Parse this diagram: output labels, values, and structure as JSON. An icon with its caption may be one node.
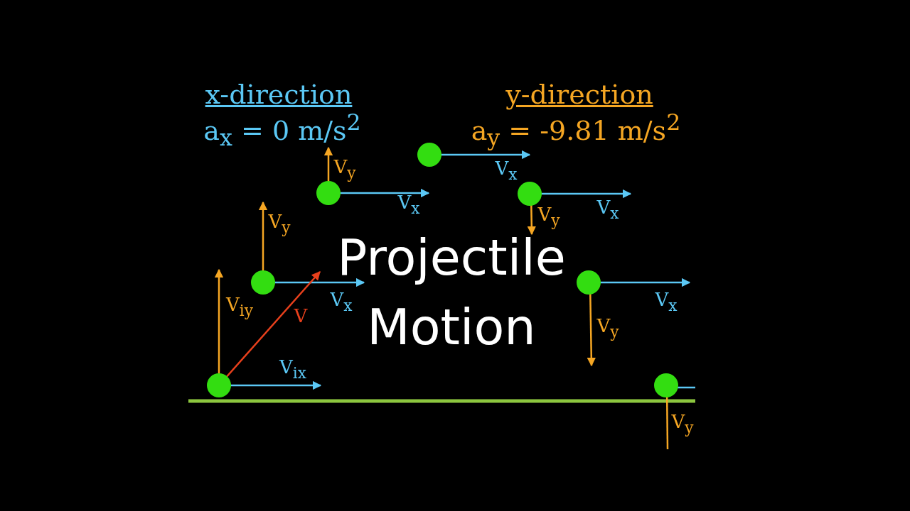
{
  "diagram": {
    "title": "Projectile Motion",
    "labels": [
      "x-direction",
      "a$_{x}$ = 0 m/s$^{2}$",
      "y-direction",
      "a$_{y}$ = -9.81 m/s$^{2}$",
      "V$_{x}$",
      "V$_{y}$",
      "V$_{x}$",
      "V$_{y}$",
      "V$_{x}$",
      "V$_{y}$",
      "V$_{x}$",
      "V$_{iy}$",
      "V",
      "V$_{x}$",
      "V$_{y}$",
      "V$_{ix}$",
      "V$_{y}$"
    ]
  }
}
